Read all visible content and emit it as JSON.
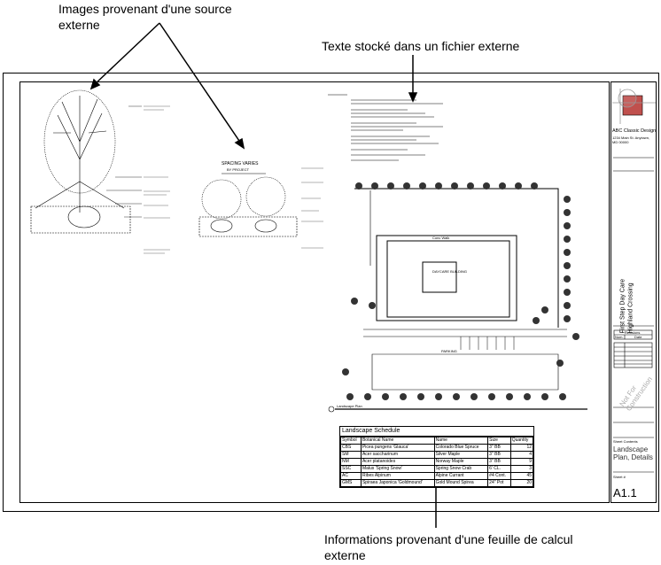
{
  "callouts": {
    "images": "Images provenant d'une source externe",
    "text": "Texte stocké dans un fichier externe",
    "spreadsheet": "Informations provenant d'une feuille de calcul externe"
  },
  "drawing": {
    "spacing_label": "SPACING VARIES",
    "spacing_sub": "BY PROJECT",
    "building_label": "DAYCARE BUILDING",
    "walk_label": "Conc Walk",
    "parking_label": "PARKING",
    "plan_title": "Landscape Plan"
  },
  "schedule": {
    "title": "Landscape Schedule",
    "headers": [
      "Symbol",
      "Botanical Name",
      "Name",
      "Size",
      "Quantity"
    ],
    "rows": [
      [
        "CBS",
        "Picea pungens 'Glauca'",
        "Colorado Blue Spruce",
        "3\" BB",
        "12"
      ],
      [
        "SM",
        "Acer saccharinum",
        "Silver Maple",
        "3\" BB",
        "4"
      ],
      [
        "NM",
        "Acer platanoides",
        "Norway Maple",
        "3\" BB",
        "9"
      ],
      [
        "SSC",
        "Malus 'Spring Snow'",
        "Spring Snow Crab",
        "6' CL.",
        "3"
      ],
      [
        "AC",
        "Ribes Alpinum",
        "Alpine Currant",
        "#4 Cont.",
        "45"
      ],
      [
        "GMS",
        "Spiraea Japonica 'Goldmound'",
        "Gold Mound Spirea",
        "24\" Pot",
        "20"
      ]
    ]
  },
  "title_block": {
    "company": "ABC Classic Design",
    "address": "1234 Main St. Anytown, MD 00000",
    "project": "First Step Day Care",
    "project2": "Highland Crossing",
    "revisions": "Revisions",
    "rev_col1": "Num.",
    "rev_col2": "Date",
    "watermark": "Not For Construction",
    "sheet_contents_label": "Sheet Contents",
    "sheet_contents": "Landscape Plan, Details",
    "sheet_label": "Sheet #",
    "sheet_number": "A1.1"
  },
  "colors": {
    "logo_red": "#c0504d"
  }
}
